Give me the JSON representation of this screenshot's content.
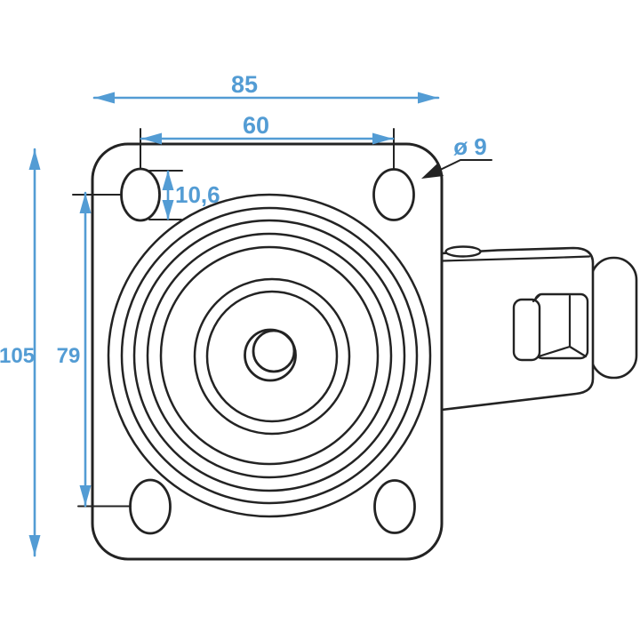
{
  "drawing": {
    "colors": {
      "line": "#232323",
      "dimension": "#539cd4",
      "background": "#ffffff"
    },
    "dimensions": {
      "overall_width": "85",
      "hole_spacing_horizontal": "60",
      "hole_diameter": "ø 9",
      "slot_height": "10,6",
      "overall_height": "105",
      "hole_spacing_vertical": "79"
    }
  }
}
